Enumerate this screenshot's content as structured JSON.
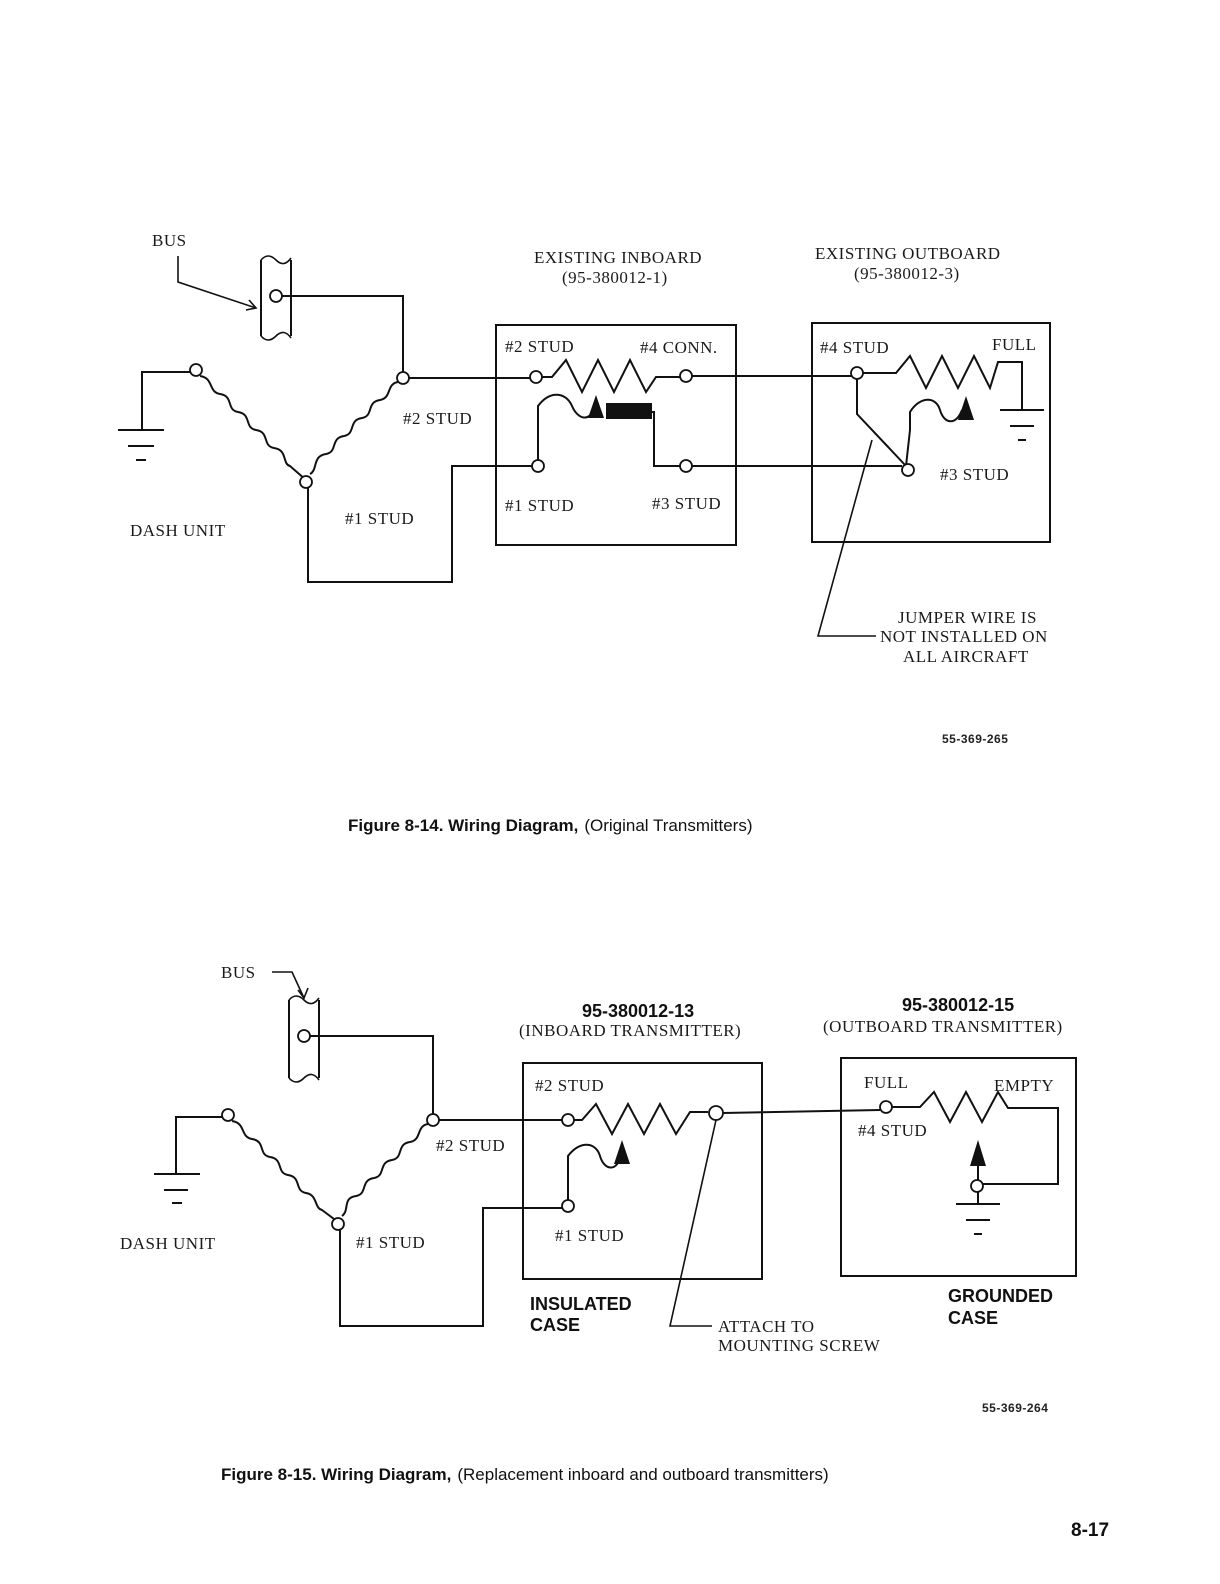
{
  "figure1": {
    "labels": {
      "bus": "BUS",
      "inboard_title": "EXISTING INBOARD",
      "inboard_part": "(95-380012-1)",
      "outboard_title": "EXISTING OUTBOARD",
      "outboard_part": "(95-380012-3)",
      "inboard_stud2": "#2 STUD",
      "inboard_conn4": "#4 CONN.",
      "inboard_stud1": "#1 STUD",
      "inboard_stud3": "#3 STUD",
      "outboard_stud4": "#4 STUD",
      "outboard_full": "FULL",
      "outboard_stud3": "#3 STUD",
      "dash_stud2": "#2 STUD",
      "dash_stud1": "#1 STUD",
      "dash_unit": "DASH UNIT",
      "jumper_line1": "JUMPER WIRE IS",
      "jumper_line2": "NOT INSTALLED ON",
      "jumper_line3": "ALL AIRCRAFT",
      "code": "55-369-265"
    },
    "caption_bold": "Figure 8-14. Wiring Diagram,",
    "caption_rest": "(Original Transmitters)"
  },
  "figure2": {
    "labels": {
      "bus": "BUS",
      "inboard_part": "95-380012-13",
      "inboard_title": "(INBOARD TRANSMITTER)",
      "outboard_part": "95-380012-15",
      "outboard_title": "(OUTBOARD TRANSMITTER)",
      "inboard_stud2": "#2 STUD",
      "inboard_stud1": "#1 STUD",
      "outboard_full": "FULL",
      "outboard_empty": "EMPTY",
      "outboard_stud4": "#4 STUD",
      "dash_stud2": "#2 STUD",
      "dash_stud1": "#1 STUD",
      "dash_unit": "DASH UNIT",
      "insulated_1": "INSULATED",
      "insulated_2": "CASE",
      "grounded_1": "GROUNDED",
      "grounded_2": "CASE",
      "attach_1": "ATTACH TO",
      "attach_2": "MOUNTING SCREW",
      "code": "55-369-264"
    },
    "caption_bold": "Figure 8-15. Wiring Diagram,",
    "caption_rest": "(Replacement inboard and outboard transmitters)"
  },
  "page_number": "8-17"
}
